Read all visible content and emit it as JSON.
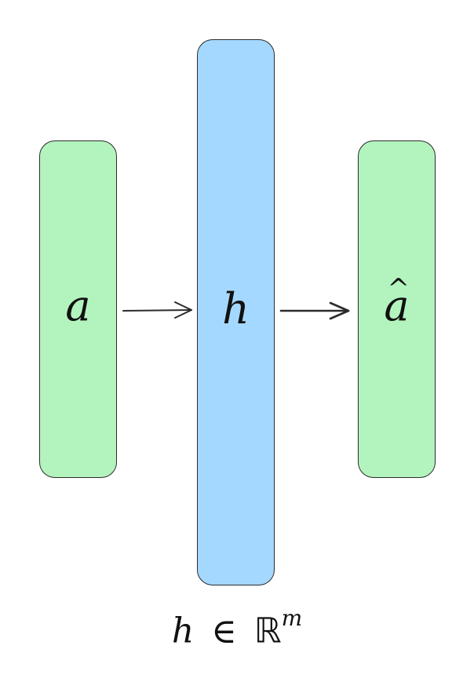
{
  "diagram": {
    "colors": {
      "input_fill": "#b3f4be",
      "hidden_fill": "#a5d8ff",
      "output_fill": "#b3f4be",
      "stroke": "#2b2b2b"
    },
    "nodes": {
      "input": {
        "symbol": "a"
      },
      "hidden": {
        "symbol": "h"
      },
      "output": {
        "symbol": "a",
        "accent": "^"
      }
    },
    "edges": [
      {
        "from": "input",
        "to": "hidden"
      },
      {
        "from": "hidden",
        "to": "output"
      }
    ],
    "caption": {
      "variable": "h",
      "relation": "∈",
      "set": "ℝ",
      "exponent": "m"
    }
  }
}
